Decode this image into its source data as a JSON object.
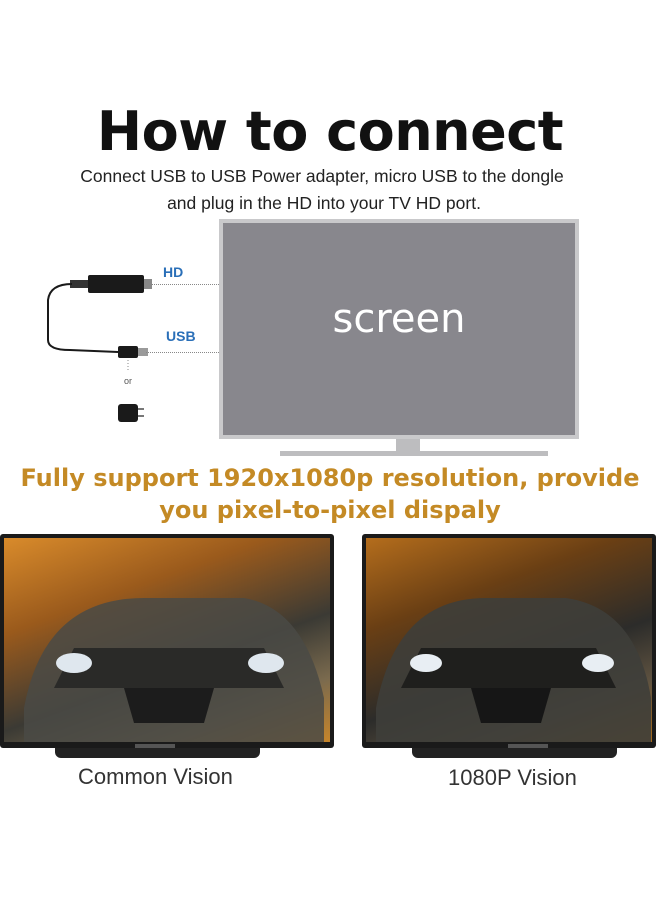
{
  "header": {
    "title": "How to connect",
    "subtitle_line1": "Connect USB to USB Power adapter, micro USB to the dongle",
    "subtitle_line2": "and plug in the HD into your TV HD port."
  },
  "diagram": {
    "screen_label": "screen",
    "hd_label": "HD",
    "usb_label": "USB",
    "or_label": "or"
  },
  "headline": {
    "line1": "Fully support 1920x1080p resolution, provide",
    "line2": "you pixel-to-pixel dispaly"
  },
  "comparison": {
    "left_caption": "Common Vision",
    "right_caption": "1080P Vision"
  },
  "colors": {
    "accent": "#c48a25",
    "port_label": "#2a6fb8",
    "screen": "#88878d"
  }
}
